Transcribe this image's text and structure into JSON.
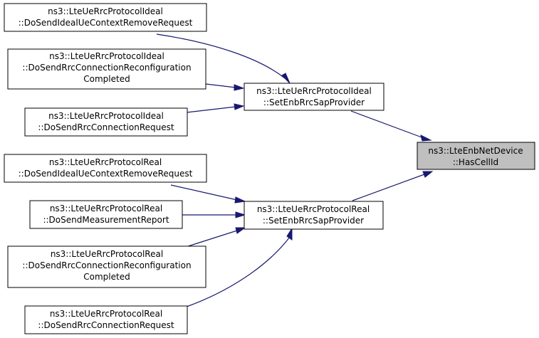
{
  "graph": {
    "nodes": {
      "n_ideal_remove": {
        "lines": [
          "ns3::LteUeRrcProtocolIdeal",
          "::DoSendIdealUeContextRemoveRequest"
        ]
      },
      "n_ideal_reconf": {
        "lines": [
          "ns3::LteUeRrcProtocolIdeal",
          "::DoSendRrcConnectionReconfiguration",
          "Completed"
        ]
      },
      "n_ideal_req": {
        "lines": [
          "ns3::LteUeRrcProtocolIdeal",
          "::DoSendRrcConnectionRequest"
        ]
      },
      "n_ideal_set": {
        "lines": [
          "ns3::LteUeRrcProtocolIdeal",
          "::SetEnbRrcSapProvider"
        ]
      },
      "n_enb_hascell": {
        "lines": [
          "ns3::LteEnbNetDevice",
          "::HasCellId"
        ]
      },
      "n_real_remove": {
        "lines": [
          "ns3::LteUeRrcProtocolReal",
          "::DoSendIdealUeContextRemoveRequest"
        ]
      },
      "n_real_meas": {
        "lines": [
          "ns3::LteUeRrcProtocolReal",
          "::DoSendMeasurementReport"
        ]
      },
      "n_real_set": {
        "lines": [
          "ns3::LteUeRrcProtocolReal",
          "::SetEnbRrcSapProvider"
        ]
      },
      "n_real_reconf": {
        "lines": [
          "ns3::LteUeRrcProtocolReal",
          "::DoSendRrcConnectionReconfiguration",
          "Completed"
        ]
      },
      "n_real_req": {
        "lines": [
          "ns3::LteUeRrcProtocolReal",
          "::DoSendRrcConnectionRequest"
        ]
      }
    },
    "edges": [
      {
        "from": "n_ideal_remove",
        "to": "n_ideal_set"
      },
      {
        "from": "n_ideal_reconf",
        "to": "n_ideal_set"
      },
      {
        "from": "n_ideal_req",
        "to": "n_ideal_set"
      },
      {
        "from": "n_ideal_set",
        "to": "n_enb_hascell"
      },
      {
        "from": "n_real_remove",
        "to": "n_real_set"
      },
      {
        "from": "n_real_meas",
        "to": "n_real_set"
      },
      {
        "from": "n_real_reconf",
        "to": "n_real_set"
      },
      {
        "from": "n_real_req",
        "to": "n_real_set"
      },
      {
        "from": "n_real_set",
        "to": "n_enb_hascell"
      }
    ],
    "colors": {
      "edge": "#191970",
      "focus_fill": "#bfbfbf",
      "node_fill": "#ffffff",
      "border": "#000000"
    }
  }
}
